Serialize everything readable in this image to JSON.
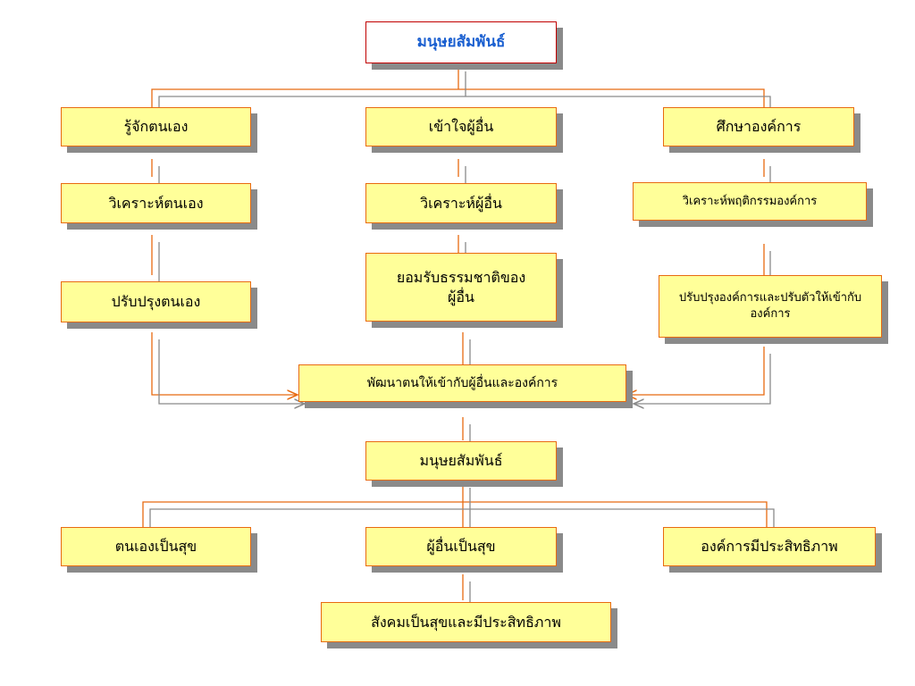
{
  "diagram": {
    "title": "มนุษยสัมพันธ์",
    "know_self": "รู้จักตนเอง",
    "understand_others": "เข้าใจผู้อื่น",
    "study_org": "ศึกษาองค์การ",
    "analyze_self": "วิเคราะห์ตนเอง",
    "analyze_others": "วิเคราะห์ผู้อื่น",
    "analyze_org_behavior": "วิเคราะห์พฤติกรรมองค์การ",
    "improve_self": "ปรับปรุงตนเอง",
    "accept_nature": "ยอมรับธรรมชาติของผู้อื่น",
    "improve_org": "ปรับปรุงองค์การและปรับตัวให้เข้ากับองค์การ",
    "develop_self": "พัฒนาตนให้เข้ากับผู้อื่นและองค์การ",
    "human_relations": "มนุษยสัมพันธ์",
    "self_happy": "ตนเองเป็นสุข",
    "others_happy": "ผู้อื่นเป็นสุข",
    "org_effective": "องค์การมีประสิทธิภาพ",
    "society_happy": "สังคมเป็นสุขและมีประสิทธิภาพ"
  },
  "colors": {
    "box_fill": "#ffff99",
    "box_border": "#e86a10",
    "title_border": "#c00000",
    "title_text": "#1a5fd0",
    "shadow": "#8a8a8a",
    "line_orange": "#e86a10",
    "line_gray": "#8a8a8a"
  }
}
